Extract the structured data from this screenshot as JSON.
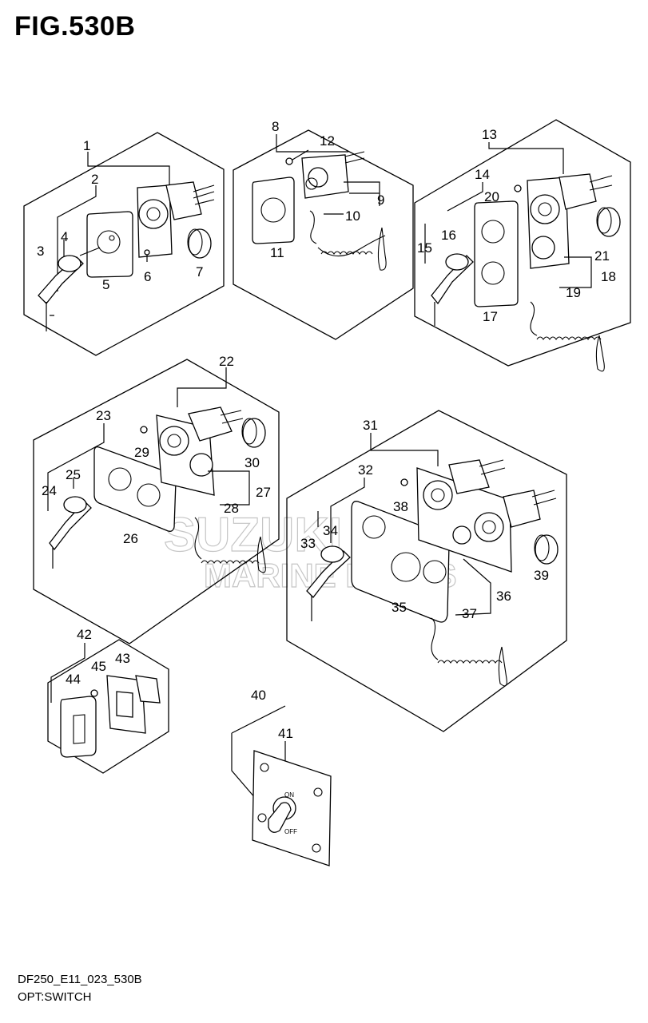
{
  "figure": {
    "title": "FIG.530B"
  },
  "footer": {
    "model_code": "DF250_E11_023_530B",
    "section_name": "OPT:SWITCH"
  },
  "watermark": {
    "line1": "SUZUKI",
    "line2": "MARINE PARTS"
  },
  "callouts": [
    "1",
    "2",
    "3",
    "4",
    "5",
    "6",
    "7",
    "8",
    "9",
    "10",
    "11",
    "12",
    "13",
    "14",
    "15",
    "16",
    "17",
    "18",
    "19",
    "20",
    "21",
    "22",
    "23",
    "24",
    "25",
    "26",
    "27",
    "28",
    "29",
    "30",
    "31",
    "32",
    "33",
    "34",
    "35",
    "36",
    "37",
    "38",
    "39",
    "40",
    "41",
    "42",
    "43",
    "44",
    "45"
  ]
}
